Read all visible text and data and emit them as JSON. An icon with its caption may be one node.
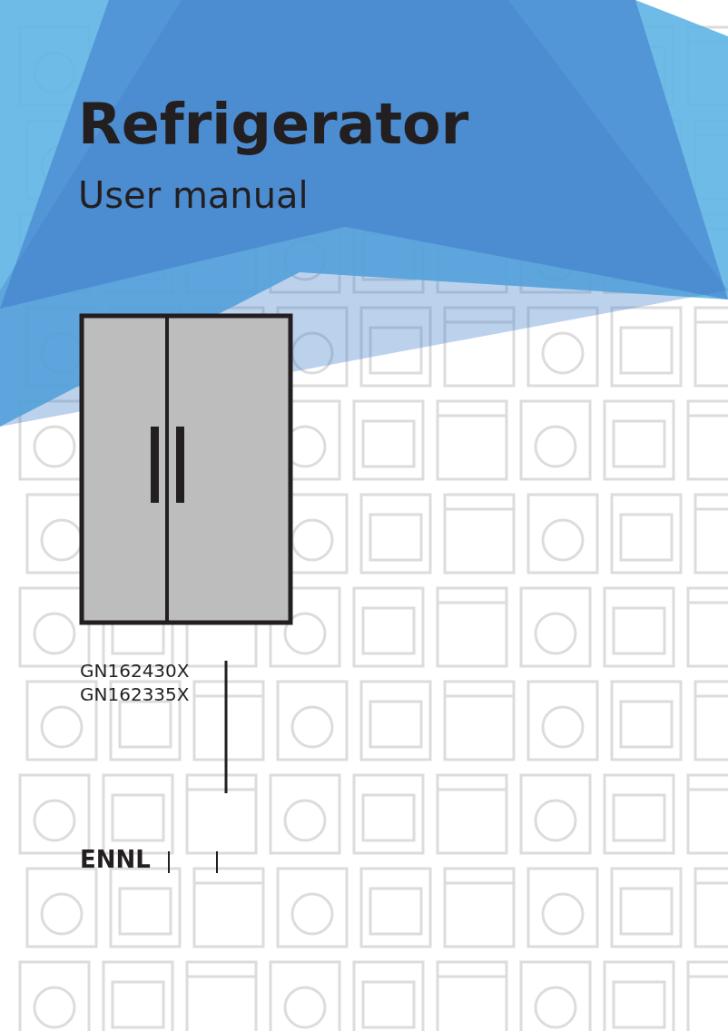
{
  "diagram": {
    "title": "Refrigerator",
    "labels": [
      "User manual",
      "GN162430X",
      "GN162335X",
      "ENNL"
    ]
  }
}
